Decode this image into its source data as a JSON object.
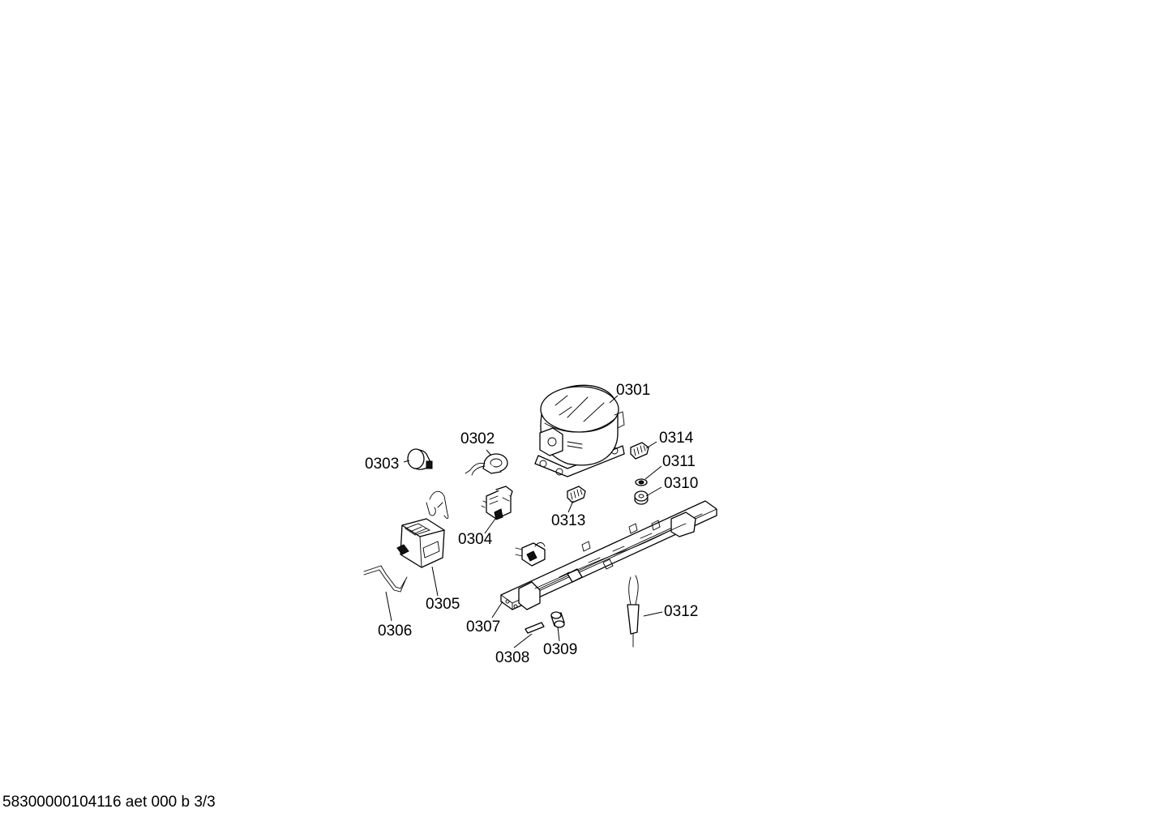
{
  "diagram": {
    "callouts": {
      "c0301": "0301",
      "c0302": "0302",
      "c0303": "0303",
      "c0304": "0304",
      "c0305": "0305",
      "c0306": "0306",
      "c0307": "0307",
      "c0308": "0308",
      "c0309": "0309",
      "c0310": "0310",
      "c0311": "0311",
      "c0312": "0312",
      "c0313": "0313",
      "c0314": "0314"
    }
  },
  "footer": {
    "document_code": "58300000104116 aet 000 b 3/3"
  }
}
